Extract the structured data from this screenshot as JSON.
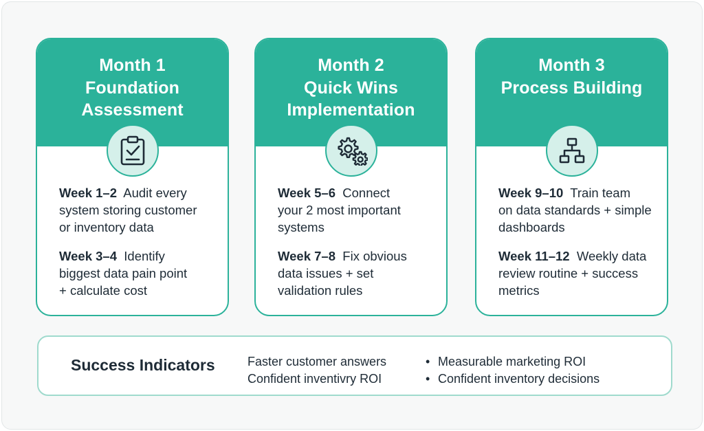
{
  "months": [
    {
      "title_lines": [
        "Month 1",
        "Foundation",
        "Assessment"
      ],
      "icon": "clipboard-check-icon",
      "items": [
        {
          "week": "Week 1–2",
          "text": "Audit every",
          "cont": [
            "system storing customer",
            "or inventory data"
          ]
        },
        {
          "week": "Week 3–4",
          "text": "Identify",
          "cont": [
            "biggest data pain point",
            "+ calculate cost"
          ]
        }
      ]
    },
    {
      "title_lines": [
        "Month 2",
        "Quick Wins",
        "Implementation"
      ],
      "icon": "gears-icon",
      "items": [
        {
          "week": "Week 5–6",
          "text": "Connect",
          "cont": [
            "your 2 most important",
            "systems"
          ]
        },
        {
          "week": "Week 7–8",
          "text": "Fix obvious",
          "cont": [
            "data issues + set",
            "validation rules"
          ]
        }
      ]
    },
    {
      "title_lines": [
        "Month 3",
        "Process Building"
      ],
      "icon": "hierarchy-icon",
      "items": [
        {
          "week": "Week 9–10",
          "text": "Train team",
          "cont": [
            "on data standards + simple",
            "dashboards"
          ]
        },
        {
          "week": "Week 11–12",
          "text": "Weekly data",
          "cont": [
            "review routine + success",
            "metrics"
          ]
        }
      ]
    }
  ],
  "success": {
    "title": "Success Indicators",
    "col1": [
      "Faster customer answers",
      "Confident inventivry ROI"
    ],
    "col2": [
      "Measurable marketing ROI",
      "Confident inventory decisions"
    ],
    "bullet": "•"
  },
  "colors": {
    "accent": "#2bb29a",
    "accent_light": "#d5f0ea",
    "text": "#1e2b36"
  }
}
